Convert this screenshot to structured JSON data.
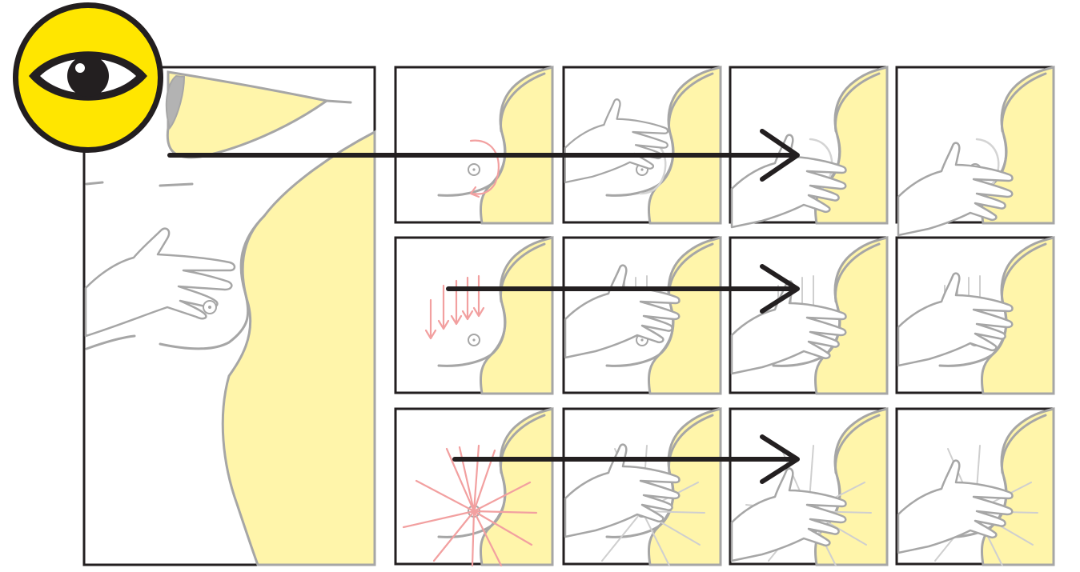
{
  "figure": {
    "description_icon": "eye-icon",
    "colors": {
      "skin": "#fff5aa",
      "outline": "#a6a6a6",
      "frame": "#231f20",
      "badge": "#ffe600",
      "motion_arrows": "#f2a0a0"
    },
    "rows": [
      {
        "technique": "circular-motion",
        "steps": 4
      },
      {
        "technique": "vertical-strokes",
        "steps": 4
      },
      {
        "technique": "radial-strokes-to-nipple",
        "steps": 4
      }
    ]
  }
}
